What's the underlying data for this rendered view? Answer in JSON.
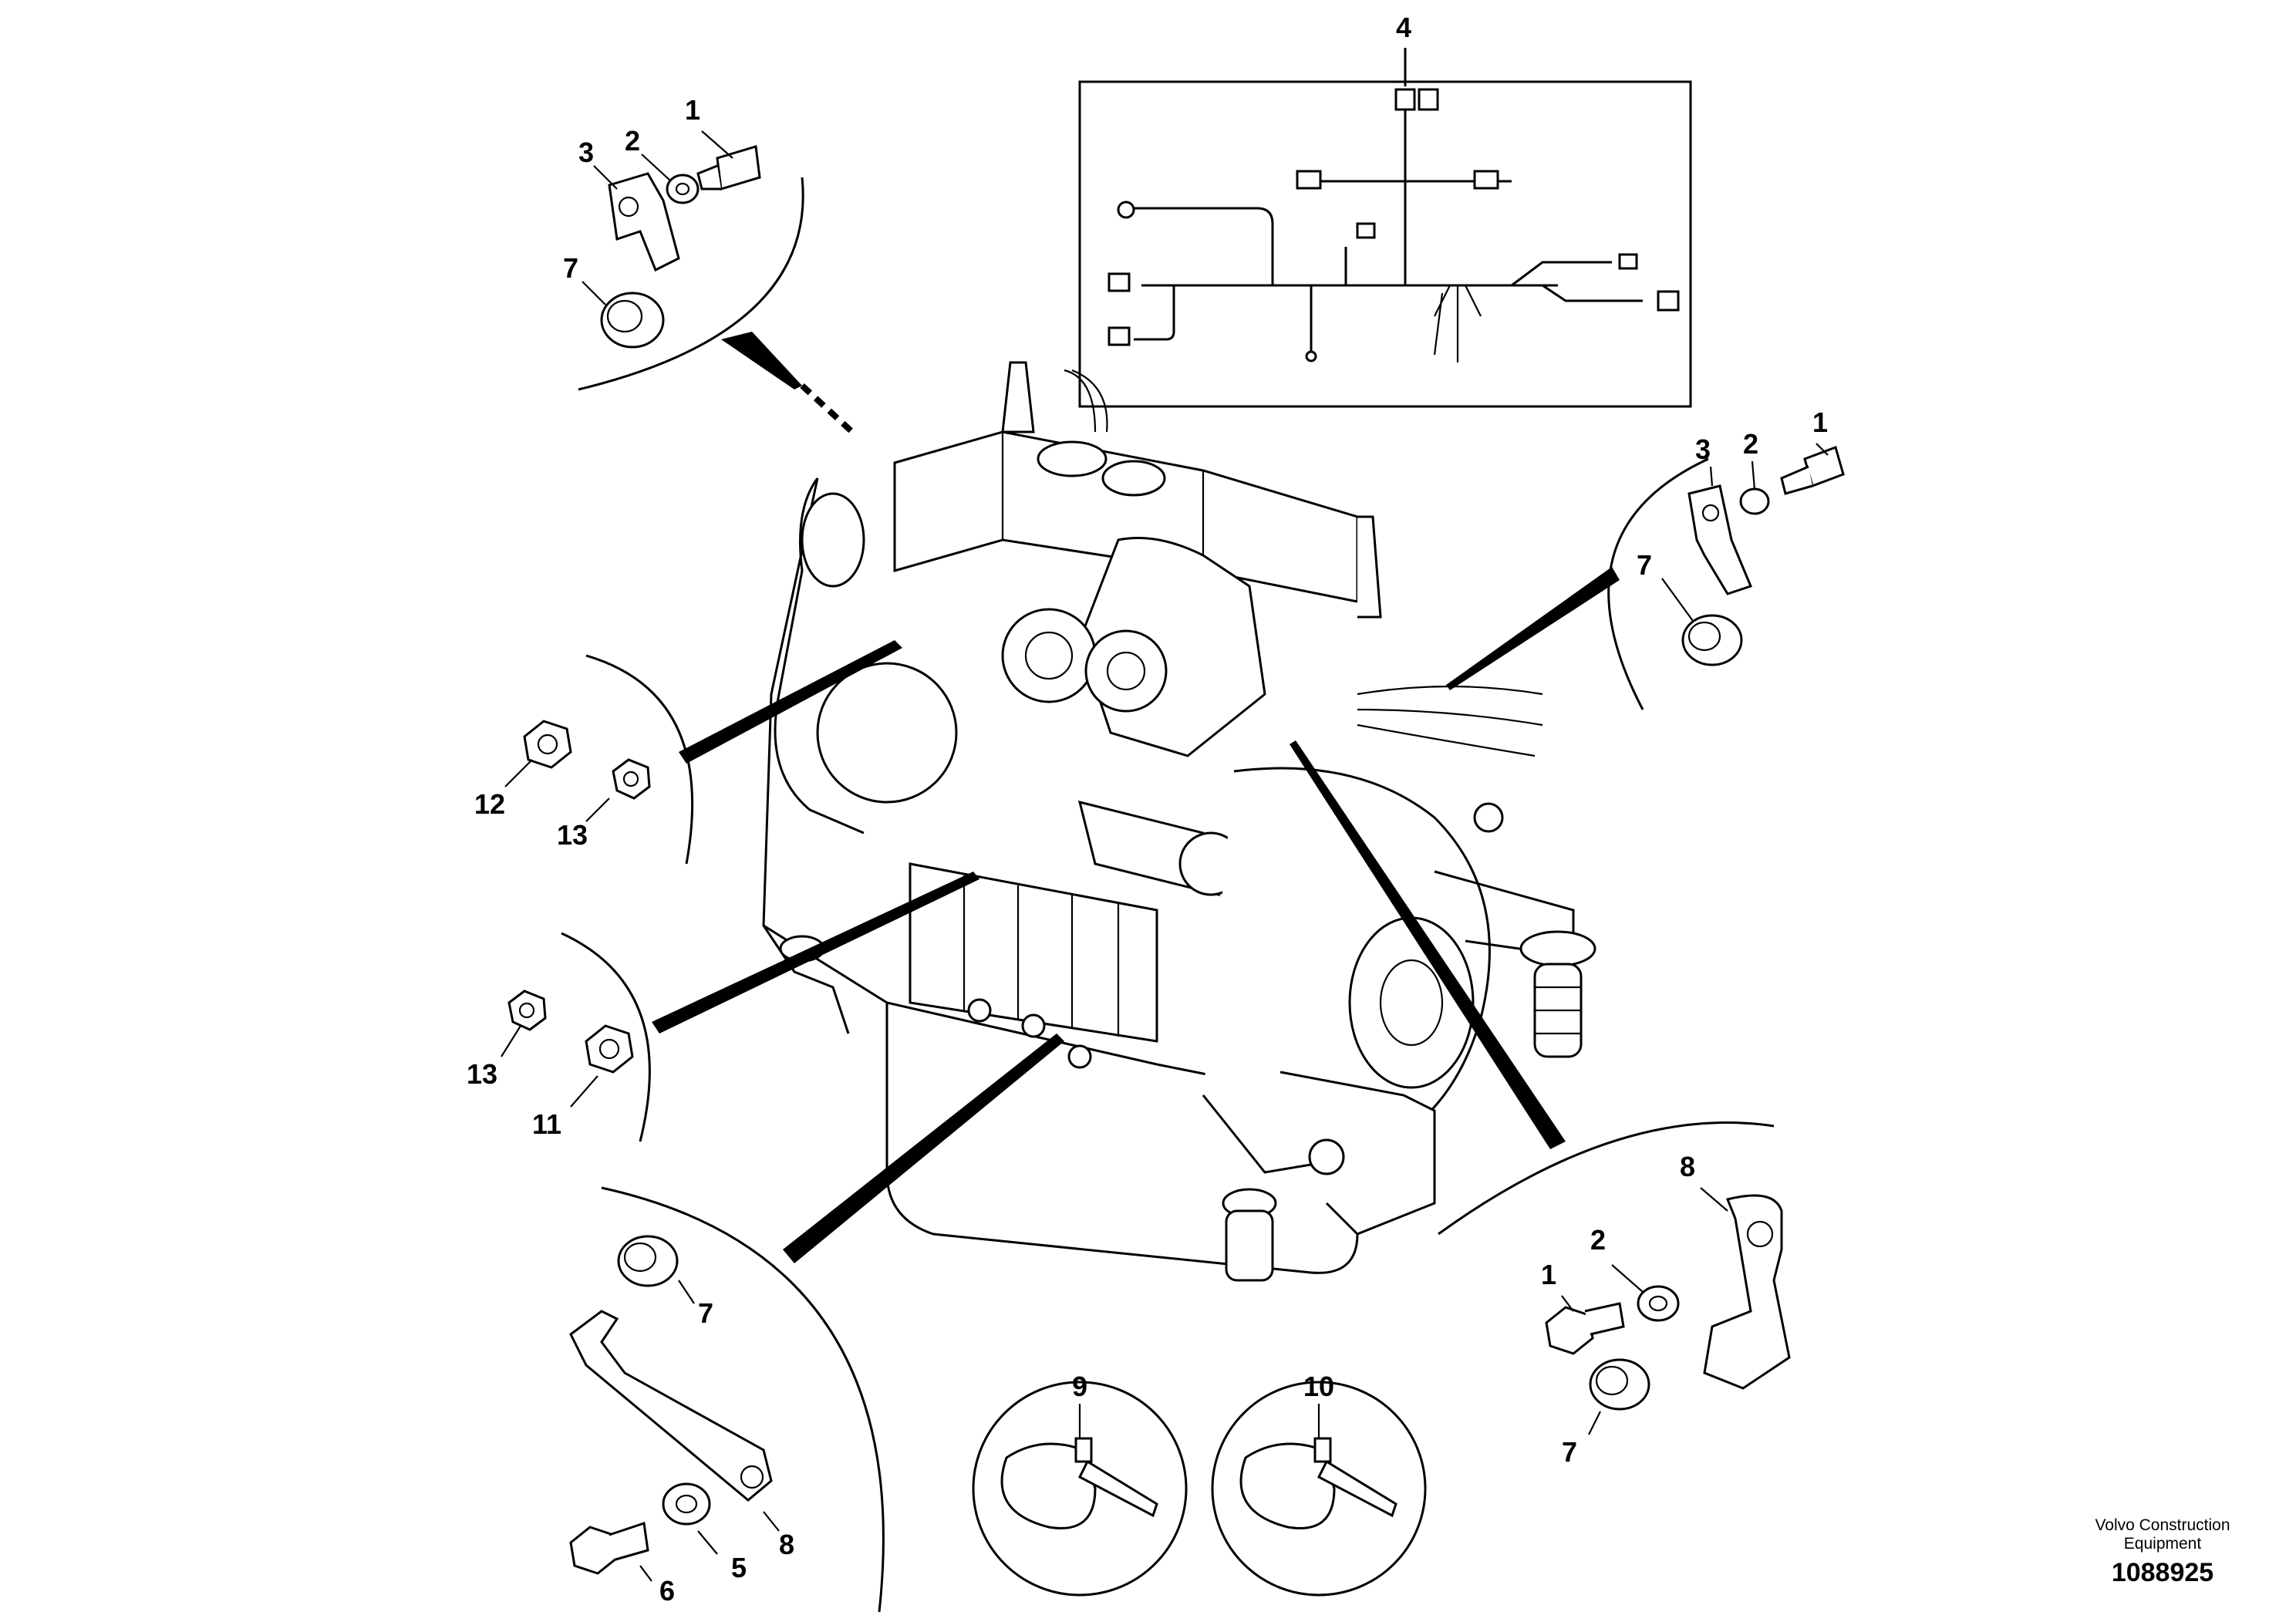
{
  "callouts": {
    "c4_top": "4",
    "tl_1": "1",
    "tl_2": "2",
    "tl_3": "3",
    "tl_7": "7",
    "r_1": "1",
    "r_2": "2",
    "r_3": "3",
    "r_7": "7",
    "ml_12": "12",
    "ml_13": "13",
    "ll_13": "13",
    "ll_11": "11",
    "bl_7": "7",
    "bl_8": "8",
    "bl_5": "5",
    "bl_6": "6",
    "b_9": "9",
    "b_10": "10",
    "br_8": "8",
    "br_2": "2",
    "br_1": "1",
    "br_7": "7"
  },
  "credit": {
    "company": "Volvo Construction Equipment",
    "drawing_number": "1088925"
  }
}
